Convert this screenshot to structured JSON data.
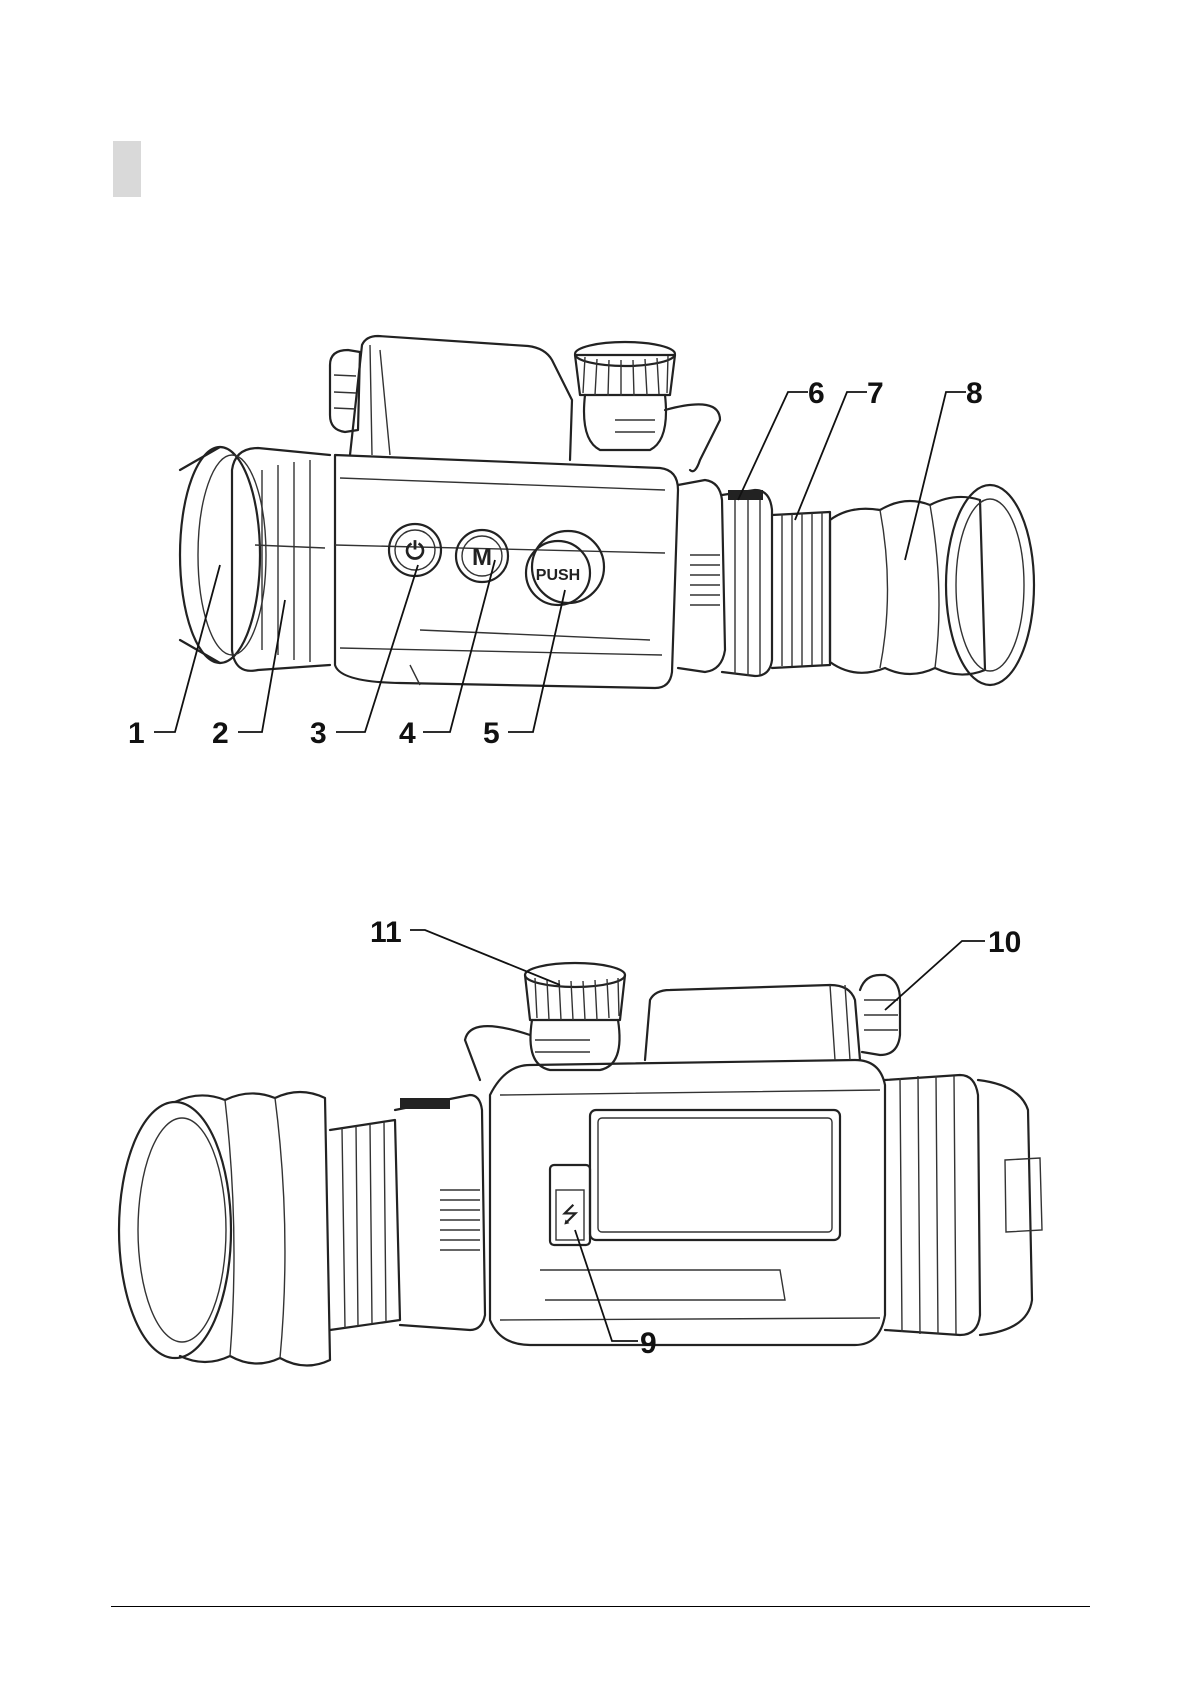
{
  "figure_top": {
    "callouts": [
      "1",
      "2",
      "3",
      "4",
      "5",
      "6",
      "7",
      "8"
    ],
    "buttons": {
      "power_symbol": "⏻",
      "mode": "M",
      "push": "PUSH"
    }
  },
  "figure_bottom": {
    "callouts": [
      "9",
      "10",
      "11"
    ],
    "usb_symbol": "⭍"
  },
  "icons": [
    "power-icon",
    "mode-icon",
    "usb-icon"
  ]
}
